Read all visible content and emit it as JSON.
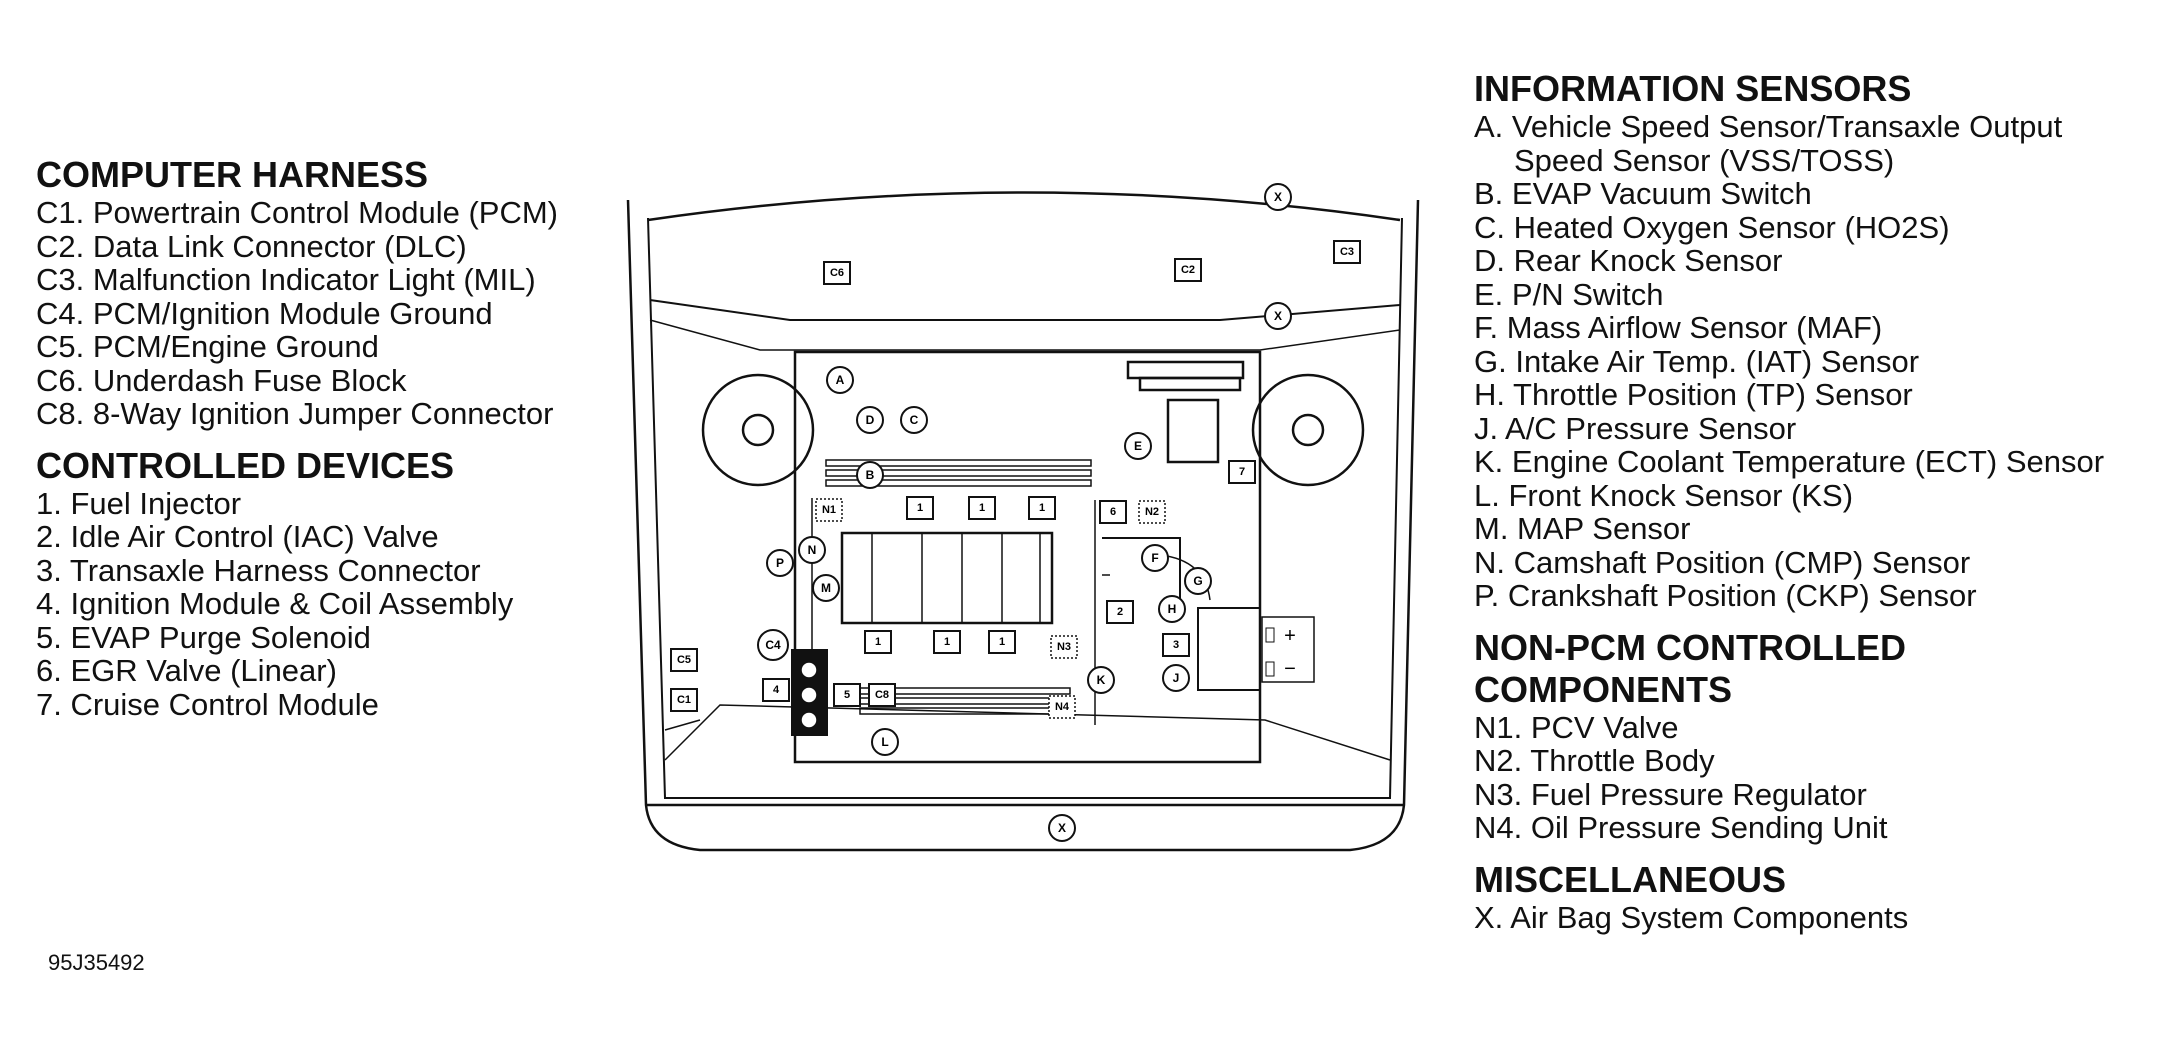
{
  "computer_harness": {
    "title": "COMPUTER HARNESS",
    "items": [
      "C1. Powertrain Control Module (PCM)",
      "C2. Data Link Connector (DLC)",
      "C3. Malfunction Indicator Light (MIL)",
      "C4. PCM/Ignition Module Ground",
      "C5. PCM/Engine Ground",
      "C6. Underdash Fuse Block",
      "C8. 8-Way Ignition Jumper Connector"
    ]
  },
  "controlled_devices": {
    "title": "CONTROLLED DEVICES",
    "items": [
      "1. Fuel Injector",
      "2. Idle Air Control (IAC) Valve",
      "3. Transaxle Harness Connector",
      "4. Ignition Module & Coil Assembly",
      "5. EVAP Purge Solenoid",
      "6. EGR Valve (Linear)",
      "7. Cruise Control Module"
    ]
  },
  "information_sensors": {
    "title": "INFORMATION SENSORS",
    "items": [
      "A. Vehicle Speed Sensor/Transaxle Output",
      "Speed Sensor (VSS/TOSS)",
      "B. EVAP Vacuum Switch",
      "C. Heated Oxygen Sensor (HO2S)",
      "D. Rear Knock Sensor",
      "E. P/N Switch",
      "F. Mass Airflow Sensor (MAF)",
      "G. Intake Air Temp. (IAT) Sensor",
      "H. Throttle Position (TP) Sensor",
      "J. A/C Pressure Sensor",
      "K. Engine Coolant Temperature (ECT) Sensor",
      "L. Front Knock Sensor (KS)",
      "M. MAP Sensor",
      "N. Camshaft Position (CMP) Sensor",
      "P. Crankshaft Position (CKP) Sensor"
    ]
  },
  "non_pcm": {
    "title_line1": "NON-PCM CONTROLLED",
    "title_line2": "COMPONENTS",
    "items": [
      "N1. PCV Valve",
      "N2. Throttle Body",
      "N3. Fuel Pressure Regulator",
      "N4. Oil Pressure Sending Unit"
    ]
  },
  "miscellaneous": {
    "title": "MISCELLANEOUS",
    "items": [
      "X. Air Bag System Components"
    ]
  },
  "figure_id": "95J35492",
  "diagram_labels": {
    "square": [
      {
        "t": "C6"
      },
      {
        "t": "C2"
      },
      {
        "t": "C3"
      },
      {
        "t": "7"
      },
      {
        "t": "N1",
        "dotted": true
      },
      {
        "t": "1"
      },
      {
        "t": "1"
      },
      {
        "t": "1"
      },
      {
        "t": "6"
      },
      {
        "t": "N2",
        "dotted": true
      },
      {
        "t": "2"
      },
      {
        "t": "3"
      },
      {
        "t": "1"
      },
      {
        "t": "1"
      },
      {
        "t": "1"
      },
      {
        "t": "N3",
        "dotted": true
      },
      {
        "t": "C5"
      },
      {
        "t": "C1"
      },
      {
        "t": "4"
      },
      {
        "t": "5"
      },
      {
        "t": "C8"
      },
      {
        "t": "N4",
        "dotted": true
      }
    ],
    "circle": [
      {
        "t": "X"
      },
      {
        "t": "X"
      },
      {
        "t": "X"
      },
      {
        "t": "A"
      },
      {
        "t": "D"
      },
      {
        "t": "C"
      },
      {
        "t": "E"
      },
      {
        "t": "B"
      },
      {
        "t": "N"
      },
      {
        "t": "P"
      },
      {
        "t": "M"
      },
      {
        "t": "F"
      },
      {
        "t": "G"
      },
      {
        "t": "H"
      },
      {
        "t": "C4"
      },
      {
        "t": "K"
      },
      {
        "t": "J"
      },
      {
        "t": "L"
      }
    ],
    "battery_plus": "+",
    "battery_minus": "−"
  }
}
